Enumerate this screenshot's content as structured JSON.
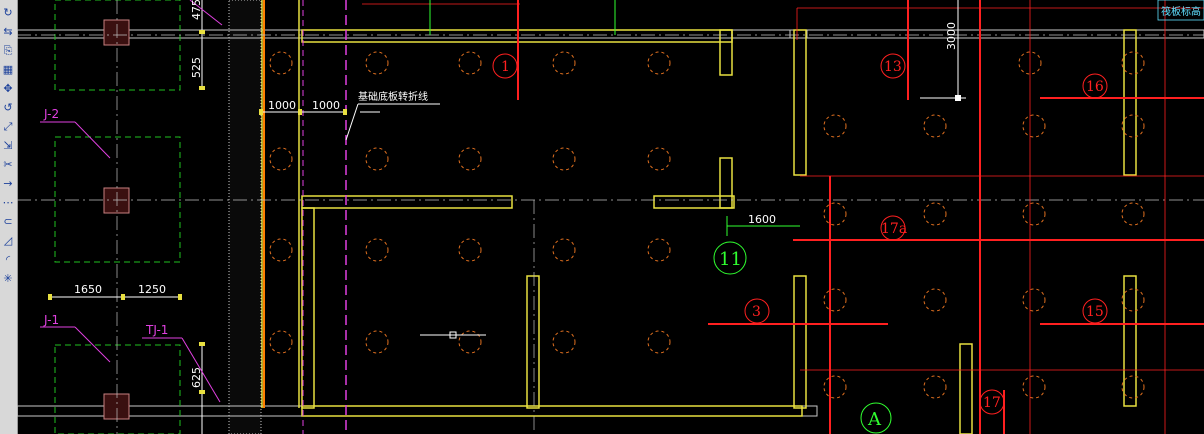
{
  "toolbar": {
    "icons": [
      "redo-icon",
      "mirror-icon",
      "copy-icon",
      "array-icon",
      "move-icon",
      "rotate-icon",
      "scale-icon",
      "stretch-icon",
      "trim-icon",
      "extend-icon",
      "break-icon",
      "join-icon",
      "chamfer-icon",
      "fillet-icon",
      "explode-icon"
    ]
  },
  "labels": {
    "j2": "J-2",
    "j1": "J-1",
    "tj1": "TJ-1",
    "note": "基础底板转折线"
  },
  "dims": {
    "d1650": "1650",
    "d1250": "1250",
    "d1000a": "1000",
    "d1000b": "1000",
    "d1600": "1600",
    "d525": "525",
    "d625": "625",
    "d3000": "3000",
    "d475": "475"
  },
  "axes": {
    "a1": "1",
    "a3": "3",
    "a13": "13",
    "a16": "16",
    "a17a": "17a",
    "a15": "15",
    "a17": "17",
    "a11": "11",
    "aA": "A"
  },
  "corner_note": "筏板标高"
}
